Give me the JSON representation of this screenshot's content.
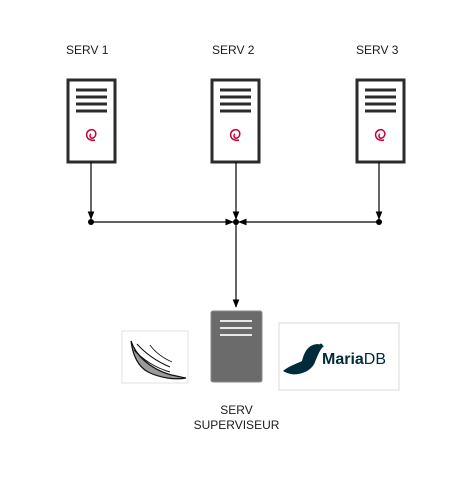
{
  "servers": [
    {
      "label": "SERV 1",
      "os_icon": "debian-swirl-icon"
    },
    {
      "label": "SERV 2",
      "os_icon": "debian-swirl-icon"
    },
    {
      "label": "SERV 3",
      "os_icon": "debian-swirl-icon"
    }
  ],
  "supervisor": {
    "label_line1": "SERV",
    "label_line2": "SUPERVISEUR"
  },
  "logos": {
    "left": "swift-logo-icon",
    "right": {
      "text_maria": "Maria",
      "text_db": "DB",
      "icon": "mariadb-seal-icon"
    }
  },
  "colors": {
    "server_stroke": "#2b2b2b",
    "server_fill": "#ffffff",
    "debian": "#c70036",
    "supervisor_fill": "#6b6b6b",
    "line": "#000000",
    "mariadb_text": "#002b3a"
  }
}
